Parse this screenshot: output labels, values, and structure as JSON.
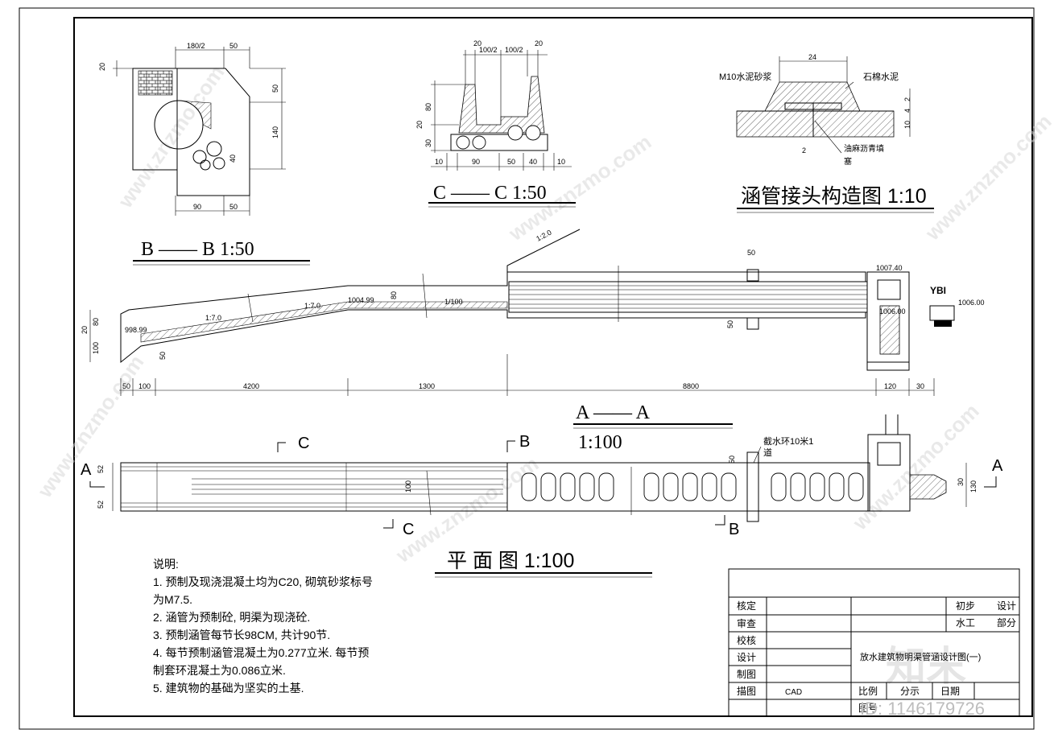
{
  "watermark": {
    "text": "www.znzmo.com",
    "logo": "知末",
    "id": "ID: 1146179726"
  },
  "views": {
    "section_c": {
      "title": "C —— C 1:50",
      "dims_top": [
        "20",
        "100/2",
        "100/2",
        "20"
      ],
      "dims_left": [
        "80",
        "20",
        "30"
      ],
      "dims_bottom": [
        "10",
        "90",
        "50",
        "40",
        "10"
      ]
    },
    "joint_detail": {
      "title": "涵管接头构造图 1:10",
      "label_left": "M10水泥砂浆",
      "label_right": "石棉水泥",
      "label_fill": "油麻沥青填",
      "label_fill2": "塞",
      "dim_top": "24",
      "dims_right": [
        "2",
        "4",
        "10"
      ],
      "dim_bottom": "2"
    },
    "section_b": {
      "title": "B —— B 1:50"
    },
    "head_detail": {
      "dims_top": [
        "180/2",
        "50"
      ],
      "dims_right": [
        "50",
        "140"
      ],
      "dims_left": [
        "20"
      ],
      "dim_inner": "40",
      "dims_bottom": [
        "90",
        "50"
      ]
    },
    "profile": {
      "slope": "1:2.0",
      "slopes": [
        "1:7.0",
        "1:7.0",
        "1/100"
      ],
      "elevations": [
        "998.99",
        "1004.99",
        "1007.40",
        "1006.00",
        "1006.00"
      ],
      "label_ybi": "YBI",
      "dims_left": [
        "20",
        "80",
        "100"
      ],
      "dims_misc": [
        "50",
        "80",
        "50",
        "50"
      ],
      "dims_bottom": [
        "50",
        "100",
        "4200",
        "1300",
        "8800",
        "120",
        "30"
      ]
    },
    "section_a": {
      "title": "A —— A",
      "scale": "1:100"
    },
    "plan": {
      "title": "平 面 图 1:100",
      "markers": [
        "A",
        "A",
        "B",
        "B",
        "C",
        "C"
      ],
      "label_ring": "截水环10米1",
      "label_ring2": "道",
      "dims": [
        "52",
        "52",
        "100",
        "50",
        "30",
        "130"
      ]
    }
  },
  "notes": {
    "heading": "说明:",
    "lines": [
      "1. 预制及现浇混凝土均为C20, 砌筑砂浆标号",
      "为M7.5.",
      "2. 涵管为预制砼, 明渠为现浇砼.",
      "3. 预制涵管每节长98CM, 共计90节.",
      "4. 每节预制涵管混凝土为0.277立米. 每节预",
      "制套环混凝土为0.086立米.",
      "5. 建筑物的基础为坚实的土基."
    ]
  },
  "title_block": {
    "roles": [
      "核定",
      "审查",
      "校核",
      "设计",
      "制图",
      "描图"
    ],
    "cad": "CAD",
    "stage": "初步",
    "stage_value": "设计",
    "dept": "水工",
    "dept_value": "部分",
    "drawing_name": "放水建筑物明渠管涵设计图(一)",
    "scale_label": "比例",
    "scale_value": "分示",
    "date_label": "日期",
    "sheet_label": "图号"
  }
}
